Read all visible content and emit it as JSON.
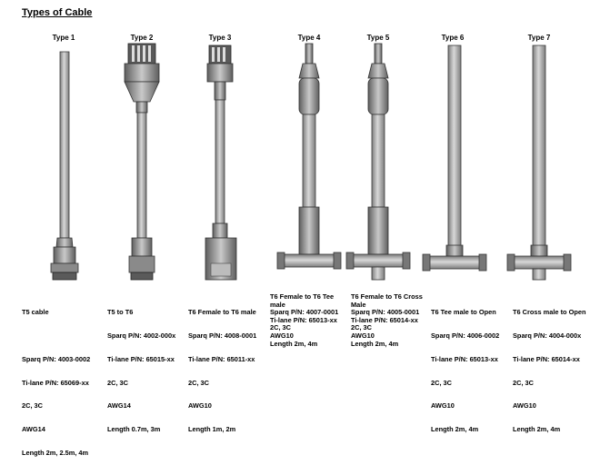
{
  "title": "Types of Cable",
  "cables": [
    {
      "type_label": "Type 1",
      "name": "T5 cable",
      "details": [
        "Sparq P/N: 4003-0002",
        "Ti-lane P/N: 65069-xx",
        "2C, 3C",
        "AWG14",
        "Length 2m, 2.5m, 4m"
      ]
    },
    {
      "type_label": "Type 2",
      "name": "T5 to T6",
      "details": [
        "Sparq P/N: 4002-000x",
        "Ti-lane P/N: 65015-xx",
        "2C, 3C",
        "AWG14",
        "Length 0.7m, 3m"
      ]
    },
    {
      "type_label": "Type 3",
      "name": "T6 Female to T6 male",
      "details": [
        "Sparq P/N: 4008-0001",
        "Ti-lane P/N: 65011-xx",
        "2C, 3C",
        "AWG10",
        "Length 1m, 2m"
      ]
    },
    {
      "type_label": "Type 4",
      "name": "T6 Female to T6 Tee male",
      "details": [
        "Sparq P/N: 4007-0001",
        "Ti-lane P/N: 65013-xx",
        "2C, 3C",
        "AWG10",
        "Length 2m, 4m"
      ]
    },
    {
      "type_label": "Type 5",
      "name": "T6 Female to T6 Cross Male",
      "details": [
        "Sparq P/N: 4005-0001",
        "Ti-lane P/N: 65014-xx",
        "2C, 3C",
        "AWG10",
        "Length 2m, 4m"
      ]
    },
    {
      "type_label": "Type 6",
      "name": "T6 Tee male to Open",
      "details": [
        "Sparq P/N: 4006-0002",
        "Ti-lane P/N: 65013-xx",
        "2C, 3C",
        "AWG10",
        "Length 2m, 4m"
      ]
    },
    {
      "type_label": "Type 7",
      "name": "T6 Cross male to Open",
      "details": [
        "Sparq P/N: 4004-000x",
        "Ti-lane P/N: 65014-xx",
        "2C, 3C",
        "AWG10",
        "Length 2m, 4m"
      ]
    }
  ],
  "colors": {
    "cable_body": "#a9a9a9",
    "cable_outline": "#3a3a3a",
    "connector_dark": "#6e6e6e"
  }
}
